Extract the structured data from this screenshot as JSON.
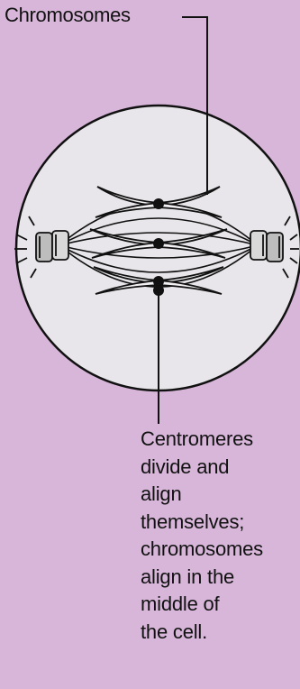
{
  "labels": {
    "chromosomes": "Chromosomes",
    "caption_lines": [
      "Centromeres",
      "divide and",
      "align",
      "themselves;",
      "chromosomes",
      "align in the",
      "middle of",
      "the cell."
    ]
  },
  "colors": {
    "background": "#d7b6d9",
    "cell_fill": "#e8e6ea",
    "line": "#111111",
    "centriole": "#bdbdbd"
  },
  "diagram": {
    "stage": "metaphase",
    "chromosome_count": 4,
    "centriole_pairs": 2
  }
}
